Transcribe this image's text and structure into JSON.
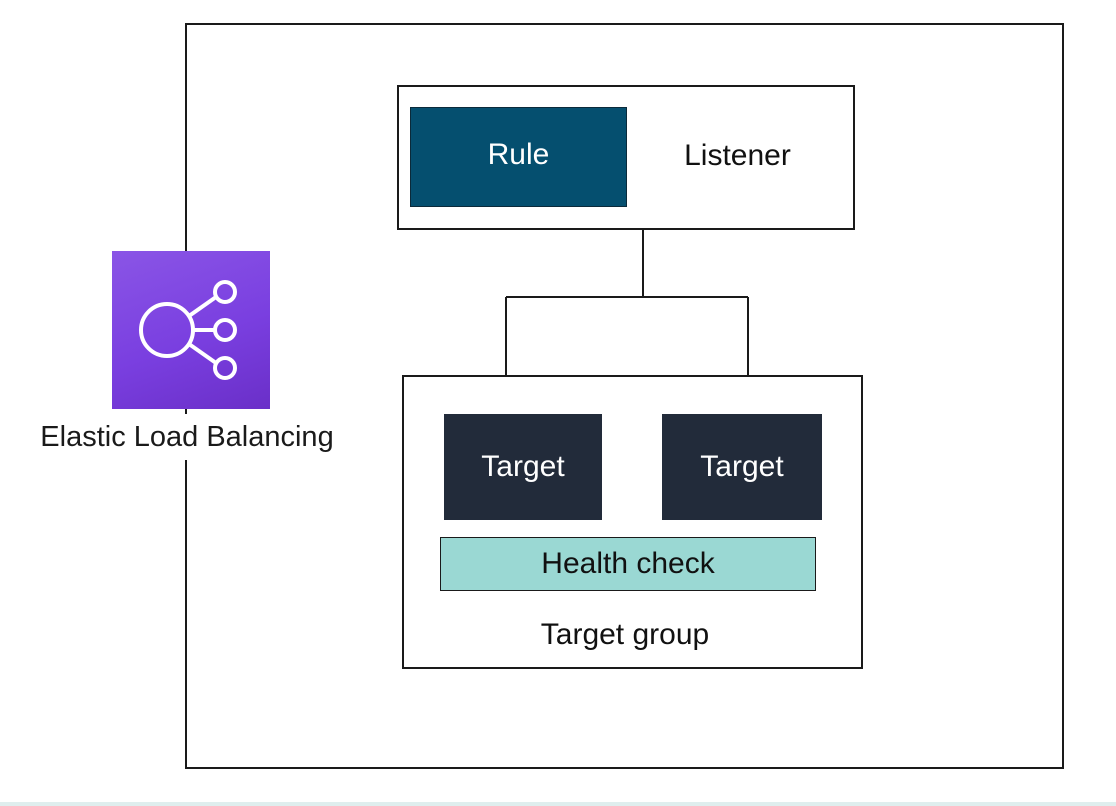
{
  "service": {
    "name": "Elastic Load Balancing",
    "icon": "elastic-load-balancing-icon",
    "icon_color": "#7a3fe0"
  },
  "listener": {
    "label": "Listener",
    "rule_label": "Rule",
    "rule_color": "#054f6f"
  },
  "target_group": {
    "label": "Target group",
    "targets": [
      "Target",
      "Target"
    ],
    "target_color": "#222b3a",
    "health_check_label": "Health check",
    "health_check_color": "#9ad8d3"
  }
}
